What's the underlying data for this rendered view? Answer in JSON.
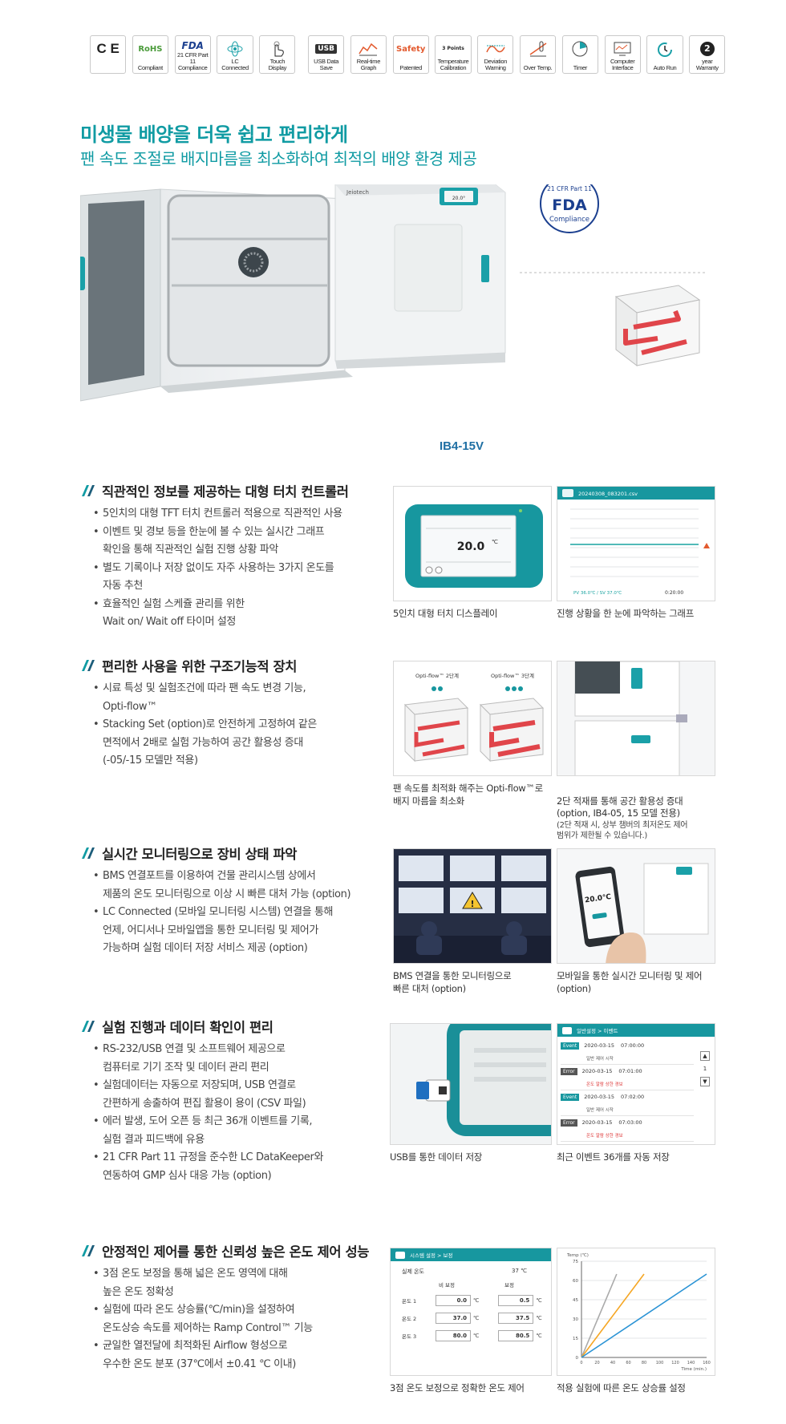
{
  "badges": [
    {
      "icon": "ce-icon",
      "glyph": "C E",
      "label": ""
    },
    {
      "icon": "rohs-icon",
      "glyph": "RoHS",
      "label": "Compliant"
    },
    {
      "icon": "fda-icon",
      "glyph": "FDA",
      "label": "21 CFR Part 11 Compliance"
    },
    {
      "icon": "lc-connected-icon",
      "glyph": "",
      "label": "LC Connected"
    },
    {
      "icon": "touch-display-icon",
      "glyph": "",
      "label": "Touch Display"
    },
    {
      "icon": "usb-icon",
      "glyph": "USB",
      "label": "USB Data Save"
    },
    {
      "icon": "graph-icon",
      "glyph": "",
      "label": "Real-time Graph"
    },
    {
      "icon": "safety-icon",
      "glyph": "Safety",
      "label": "Patented"
    },
    {
      "icon": "calibration-icon",
      "glyph": "3 Points",
      "label": "Temperature Calibration"
    },
    {
      "icon": "deviation-icon",
      "glyph": "",
      "label": "Deviation Warning"
    },
    {
      "icon": "over-temp-icon",
      "glyph": "",
      "label": "Over Temp."
    },
    {
      "icon": "timer-icon",
      "glyph": "",
      "label": "Timer"
    },
    {
      "icon": "computer-icon",
      "glyph": "",
      "label": "Computer Interface"
    },
    {
      "icon": "auto-run-icon",
      "glyph": "",
      "label": "Auto Run"
    },
    {
      "icon": "warranty-icon",
      "glyph": "2",
      "label": "year Warranty"
    }
  ],
  "headline": {
    "title": "미생물 배양을 더욱 쉽고 편리하게",
    "subtitle": "팬 속도 조절로 배지마름을 최소화하여 최적의 배양 환경 제공"
  },
  "hero": {
    "model": "IB4-15V",
    "brand": "Jeiotech",
    "display_temp": "20.0°",
    "fda_top": "21 CFR Part 11",
    "fda_mid": "FDA",
    "fda_bottom": "Compliance"
  },
  "sections": [
    {
      "title": "직관적인 정보를 제공하는 대형 터치 컨트롤러",
      "bullets": [
        "5인치의 대형 TFT 터치 컨트롤러 적용으로 직관적인 사용",
        "이벤트 및 경보 등을 한눈에 볼 수 있는 실시간 그래프\n확인을 통해 직관적인 실험 진행 상황 파악",
        "별도 기록이나 저장 없이도 자주 사용하는 3가지 온도를\n자동 추천",
        "효율적인 실험 스케쥴 관리를 위한\nWait on/ Wait off 타이머 설정"
      ],
      "captions": [
        "5인치 대형 터치 디스플레이",
        "진행 상황을 한 눈에 파악하는 그래프"
      ],
      "display_value": "20.0",
      "display_unit": "℃",
      "file_name": "20240308_083201.csv",
      "graph_status": "PV 36.0℃ / SV 37.0℃",
      "graph_timer": "0:20:00"
    },
    {
      "title": "편리한 사용을 위한 구조기능적 장치",
      "bullets": [
        "시료 특성 및 실험조건에 따라 팬 속도 변경 기능,\nOpti-flow™",
        "Stacking Set (option)로 안전하게 고정하여 같은\n면적에서 2배로 실험 가능하여 공간 활용성 증대\n(-05/-15 모델만 적용)"
      ],
      "captions": [
        "팬 속도를 최적화 해주는 Opti-flow™로\n배지 마름을 최소화",
        "2단 적재를 통해 공간 활용성 증대\n(option, IB4-05, 15 모델 전용)"
      ],
      "caption_note": "(2단 적재 시, 상부 챔버의 최저온도 제어\n범위가 제한될 수 있습니다.)",
      "opti_labels": [
        "Opti-flow™ 2단계",
        "Opti-flow™ 3단계"
      ]
    },
    {
      "title": "실시간 모니터링으로 장비 상태 파악",
      "bullets": [
        "BMS 연결포트를 이용하여 건물 관리시스템 상에서\n제품의 온도 모니터링으로 이상 시 빠른 대처 가능 (option)",
        "LC Connected (모바일 모니터링 시스템) 연결을 통해\n언제, 어디서나 모바일앱을 통한 모니터링 및 제어가\n가능하며 실험 데이터 저장 서비스 제공 (option)"
      ],
      "captions": [
        "BMS 연결을 통한 모니터링으로\n빠른 대처 (option)",
        "모바일을 통한 실시간 모니터링 및 제어\n(option)"
      ],
      "phone_value": "20.0℃"
    },
    {
      "title": "실험 진행과 데이터 확인이 편리",
      "bullets": [
        "RS-232/USB 연결 및 소프트웨어 제공으로\n컴퓨터로 기기 조작 및 데이터 관리 편리",
        "실험데이터는 자동으로 저장되며, USB 연결로\n간편하게 송출하여 편집 활용이 용이 (CSV 파일)",
        "에러 발생, 도어 오픈 등 최근 36개 이벤트를 기록,\n실험 결과 피드백에 유용",
        "21 CFR Part 11 규정을 준수한 LC DataKeeper와\n연동하여 GMP 심사 대응 가능 (option)"
      ],
      "captions": [
        "USB를 통한 데이터 저장",
        "최근 이벤트 36개를 자동 저장"
      ],
      "events_title": "일반설정 > 이벤트",
      "events": [
        {
          "type": "Event",
          "date": "2020-03-15",
          "time": "07:00:00",
          "desc": "일반 제어 시작"
        },
        {
          "type": "Error",
          "date": "2020-03-15",
          "time": "07:01:00",
          "desc": "온도 알람 상한 경보"
        },
        {
          "type": "Event",
          "date": "2020-03-15",
          "time": "07:02:00",
          "desc": "일반 제어 시작"
        },
        {
          "type": "Error",
          "date": "2020-03-15",
          "time": "07:03:00",
          "desc": "온도 알람 상한 경보"
        }
      ],
      "events_page": "1"
    },
    {
      "title": "안정적인 제어를 통한 신뢰성 높은 온도 제어 성능",
      "bullets": [
        "3점 온도 보정을 통해 넓은 온도 영역에 대해\n높은 온도 정확성",
        "실험에 따라 온도 상승률(℃/min)을 설정하여\n온도상승 속도를 제어하는 Ramp Control™ 기능",
        "균일한 열전달에 최적화된 Airflow 형성으로\n우수한 온도 분포 (37℃에서 ±0.41 ℃ 이내)"
      ],
      "captions": [
        "3점 온도 보정으로 정확한 온도 제어",
        "적용 실험에 따른 온도 상승률 설정"
      ],
      "calib": {
        "title": "시스템 설정 > 보정",
        "actual_label": "실제 온도",
        "actual_value": "37 ℃",
        "col_before": "비 보정",
        "col_after": "보정",
        "rows": [
          {
            "label": "온도 1",
            "before": "0.0",
            "after": "0.5",
            "unit": "℃"
          },
          {
            "label": "온도 2",
            "before": "37.0",
            "after": "37.5",
            "unit": "℃"
          },
          {
            "label": "온도 3",
            "before": "80.0",
            "after": "80.5",
            "unit": "℃"
          }
        ]
      }
    }
  ],
  "chart_data": {
    "type": "line",
    "title": "",
    "xlabel": "Time (min.)",
    "ylabel": "Temp (℃)",
    "xlim": [
      0,
      160
    ],
    "ylim": [
      0,
      75
    ],
    "x_ticks": [
      0,
      20,
      40,
      60,
      80,
      100,
      120,
      140,
      160
    ],
    "y_ticks": [
      0,
      15,
      30,
      45,
      60,
      75
    ],
    "grid": true,
    "series": [
      {
        "color": "#aaaaaa",
        "x": [
          0,
          45
        ],
        "y": [
          0,
          65
        ]
      },
      {
        "color": "#f5a623",
        "x": [
          0,
          80
        ],
        "y": [
          0,
          65
        ]
      },
      {
        "color": "#2a93d5",
        "x": [
          0,
          160
        ],
        "y": [
          0,
          65
        ]
      }
    ]
  }
}
